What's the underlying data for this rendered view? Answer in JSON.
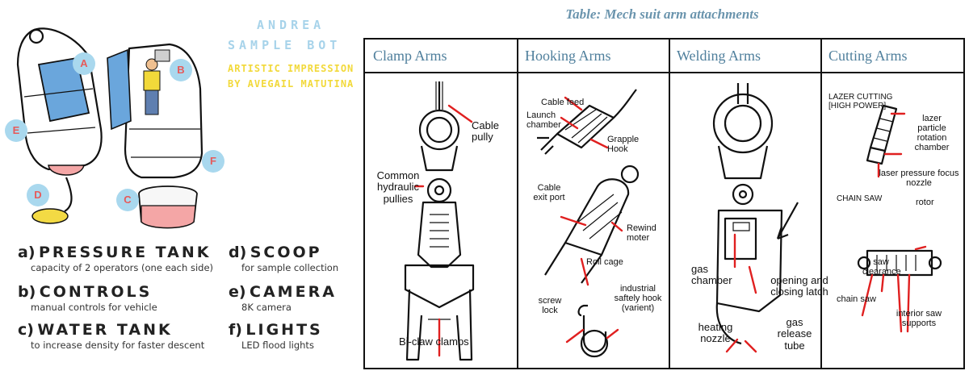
{
  "credits": {
    "line1": "ANDREA",
    "line2": "SAMPLE BOT",
    "line3": "ARTISTIC IMPRESSION",
    "line4": "BY AVEGAIL MATUTINA"
  },
  "callouts": [
    "A",
    "B",
    "E",
    "F",
    "D",
    "C"
  ],
  "legend": [
    {
      "letter": "a)",
      "title": "PRESSURE TANK",
      "desc": "capacity of 2 operators (one each side)"
    },
    {
      "letter": "b)",
      "title": "CONTROLS",
      "desc": "manual controls for vehicle"
    },
    {
      "letter": "c)",
      "title": "WATER TANK",
      "desc": "to increase density for faster descent"
    },
    {
      "letter": "d)",
      "title": "SCOOP",
      "desc": "for sample collection"
    },
    {
      "letter": "e)",
      "title": "CAMERA",
      "desc": "8K camera"
    },
    {
      "letter": "f)",
      "title": "LIGHTS",
      "desc": "LED flood lights"
    }
  ],
  "table": {
    "caption": "Table: Mech suit arm attachments",
    "columns": [
      "Clamp Arms",
      "Hooking Arms",
      "Welding Arms",
      "Cutting Arms"
    ],
    "clamp_labels": {
      "cable_pully": "Cable pully",
      "common_pullies": "Common hydraulic pullies",
      "biclaw": "Bi-claw clamps"
    },
    "hook_labels": {
      "cable_feed": "Cable feed",
      "launch_chamber": "Launch chamber",
      "grapple_hook": "Grapple Hook",
      "cable_exit": "Cable exit port",
      "rewind": "Rewind moter",
      "roll_cage": "Roll cage",
      "screw_lock": "screw lock",
      "industrial_hook": "industrial saftely hook (varient)"
    },
    "weld_labels": {
      "gas_chamber": "gas chamber",
      "opening_latch": "opening and closing latch",
      "heating_nozzle": "heating nozzle",
      "gas_release": "gas release tube"
    },
    "cut_labels": {
      "lazer_heading": "LAZER CUTTING [HIGH POWER]",
      "lazer_particle": "lazer particle rotation chamber",
      "laser_pressure": "laser pressure focus nozzle",
      "chain_heading": "CHAIN SAW",
      "rotor": "rotor",
      "saw_clearance": "saw clearance",
      "chain_saw": "chain saw",
      "interior_saw": "interior saw supports"
    }
  }
}
